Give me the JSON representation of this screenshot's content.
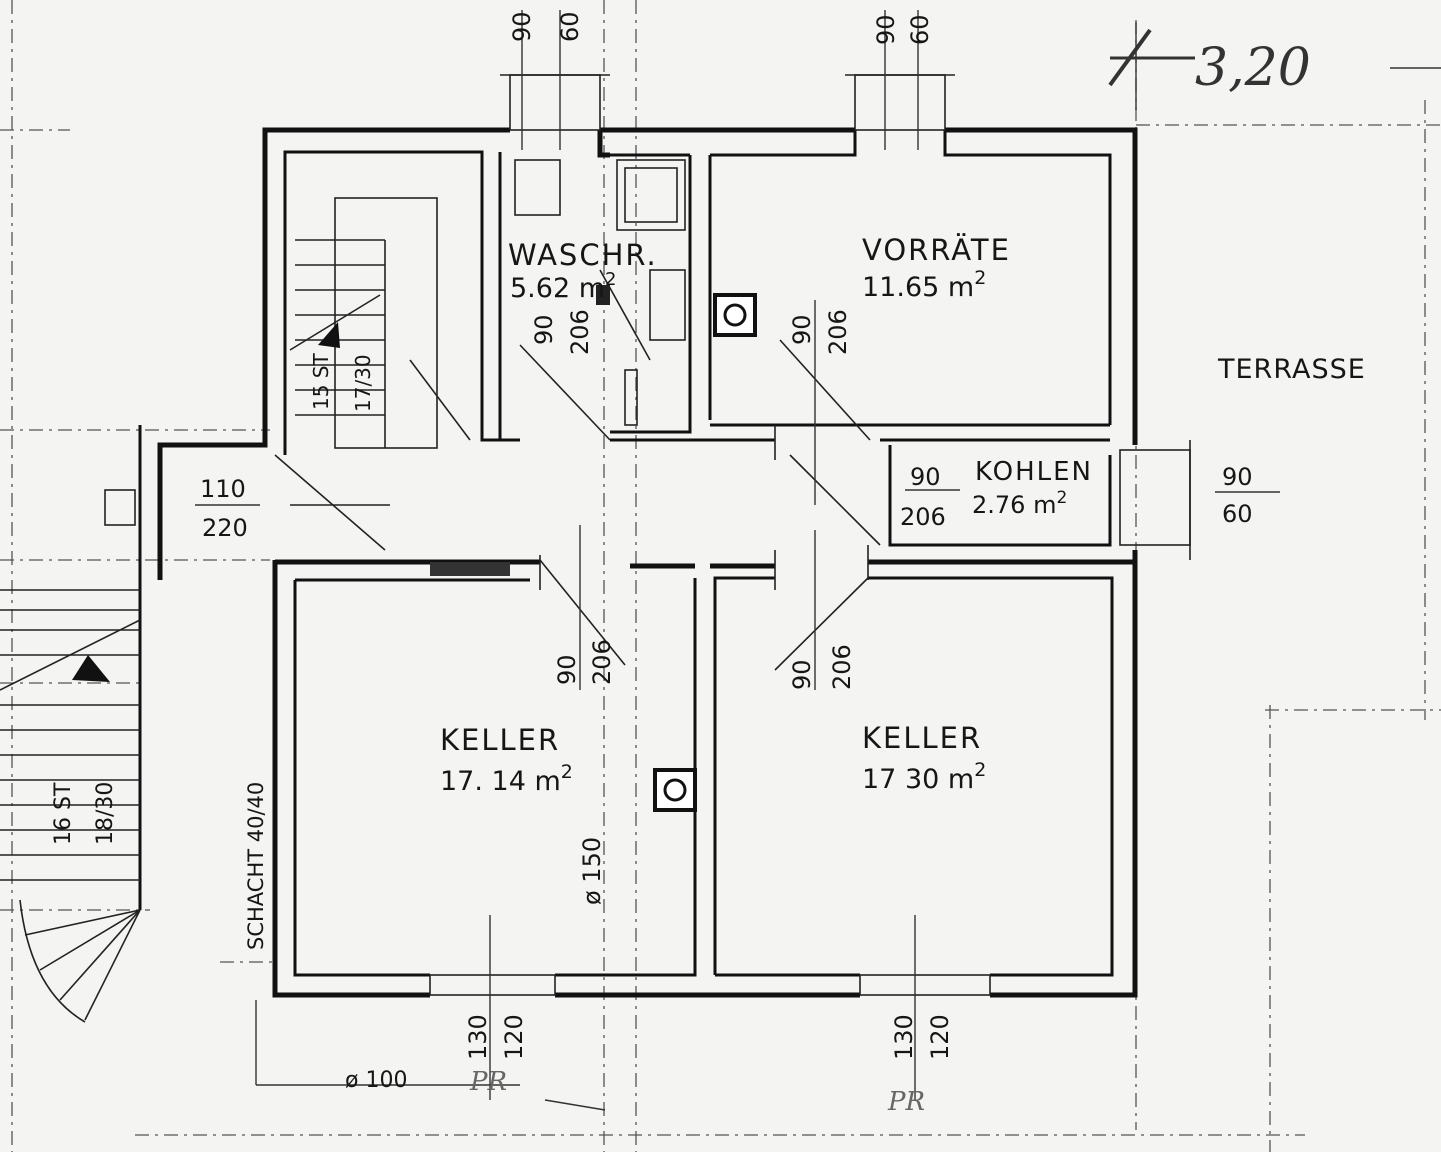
{
  "rooms": {
    "waschraum": {
      "name": "WASCHR.",
      "area": "5.62 m",
      "sup": "2"
    },
    "vorraete": {
      "name": "VORRÄTE",
      "area": "11.65 m",
      "sup": "2"
    },
    "kohlen": {
      "name": "KOHLEN",
      "area": "2.76 m",
      "sup": "2"
    },
    "keller_left": {
      "name": "KELLER",
      "area": "17. 14  m",
      "sup": "2"
    },
    "keller_right": {
      "name": "KELLER",
      "area": "17 30 m",
      "sup": "2"
    },
    "terrasse": {
      "name": "TERRASSE"
    }
  },
  "elevation_note": "3,20",
  "dimensions": {
    "window_top_left": [
      "90",
      "60"
    ],
    "window_top_right": [
      "90",
      "60"
    ],
    "door_wasch": [
      "90",
      "206"
    ],
    "door_vorraete": [
      "90",
      "206"
    ],
    "door_kohlen": [
      "90",
      "206"
    ],
    "window_kohlen": [
      "90",
      "60"
    ],
    "entry_door": [
      "110",
      "220"
    ],
    "door_keller_left": [
      "90",
      "206"
    ],
    "door_keller_right": [
      "90",
      "206"
    ],
    "window_keller_left": [
      "130",
      "120"
    ],
    "window_keller_right": [
      "130",
      "120"
    ],
    "pipe_150": "ø 150",
    "pipe_100": "ø 100",
    "schacht": "SCHACHT  40/40",
    "stair_inner": [
      "15 ST",
      "17/30"
    ],
    "stair_outer": [
      "16  ST",
      "18/30"
    ]
  },
  "marks": {
    "pr_left": "PR",
    "pr_right": "PR"
  },
  "colors": {
    "ink": "#111111",
    "paper": "#f4f4f2"
  }
}
